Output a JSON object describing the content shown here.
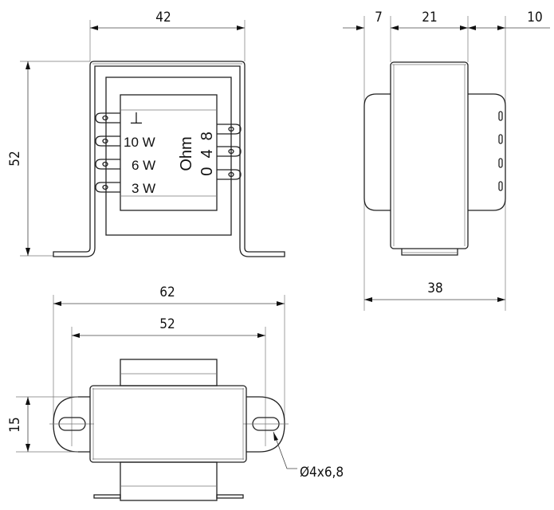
{
  "front_view": {
    "width_dim": "42",
    "height_dim": "52",
    "ground_symbol": "⊥",
    "taps": [
      "10 W",
      "6 W",
      "3 W"
    ],
    "ohm_label": "Ohm",
    "ohm_taps": "0  4  8"
  },
  "side_view": {
    "dims_top": [
      "7",
      "21",
      "10"
    ],
    "width_dim": "38"
  },
  "bottom_view": {
    "outer_dim": "62",
    "hole_spacing_dim": "52",
    "depth_dim": "15",
    "hole_note": "Ø4x6,8"
  }
}
